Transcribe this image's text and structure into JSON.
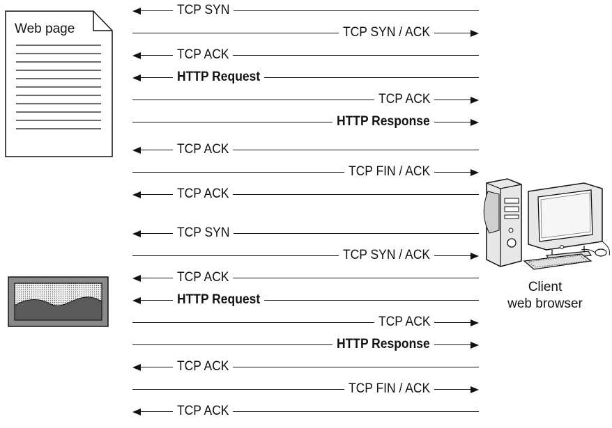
{
  "web_page_label": "Web page",
  "client_label": "Client\nweb browser",
  "messages": [
    {
      "label": "TCP SYN",
      "dir": "left",
      "bold": false
    },
    {
      "label": "TCP SYN / ACK",
      "dir": "right",
      "bold": false
    },
    {
      "label": "TCP ACK",
      "dir": "left",
      "bold": false
    },
    {
      "label": "HTTP Request",
      "dir": "left",
      "bold": true
    },
    {
      "label": "TCP ACK",
      "dir": "right",
      "bold": false
    },
    {
      "label": "HTTP Response",
      "dir": "right",
      "bold": true
    },
    {
      "label": "TCP ACK",
      "dir": "left",
      "bold": false
    },
    {
      "label": "TCP FIN / ACK",
      "dir": "right",
      "bold": false
    },
    {
      "label": "TCP ACK",
      "dir": "left",
      "bold": false
    },
    {
      "label": "TCP SYN",
      "dir": "left",
      "bold": false
    },
    {
      "label": "TCP SYN / ACK",
      "dir": "right",
      "bold": false
    },
    {
      "label": "TCP ACK",
      "dir": "left",
      "bold": false
    },
    {
      "label": "HTTP Request",
      "dir": "left",
      "bold": true
    },
    {
      "label": "TCP ACK",
      "dir": "right",
      "bold": false
    },
    {
      "label": "HTTP Response",
      "dir": "right",
      "bold": true
    },
    {
      "label": "TCP ACK",
      "dir": "left",
      "bold": false
    },
    {
      "label": "TCP FIN / ACK",
      "dir": "right",
      "bold": false
    },
    {
      "label": "TCP ACK",
      "dir": "left",
      "bold": false
    }
  ]
}
